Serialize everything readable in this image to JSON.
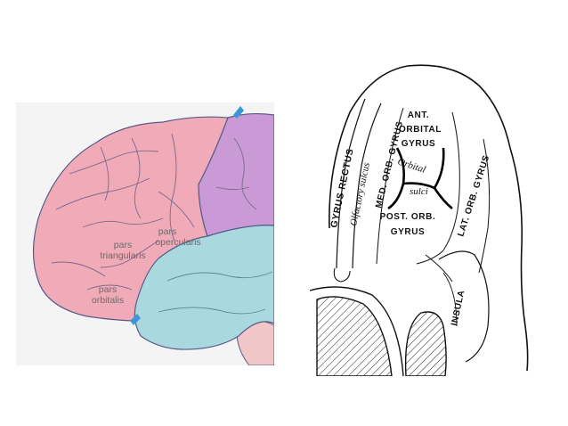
{
  "left_figure": {
    "labels": {
      "pars_opercularis": [
        "pars",
        "opercularis"
      ],
      "pars_triangularis": [
        "pars",
        "triangularis"
      ],
      "pars_orbitalis": [
        "pars",
        "orbitalis"
      ]
    },
    "colors": {
      "frontal": "#f0aab8",
      "parietal": "#c99ad6",
      "temporal": "#a9d8de",
      "cerebellum": "#f1c6c6",
      "outline": "#5a5a8a",
      "arrow": "#3a98d6"
    }
  },
  "right_figure": {
    "labels": {
      "gyrus_rectus": "GYRUS RECTUS",
      "olfactory_sulcus": "Olfactory sulcus",
      "med_orb_gyrus": "MED. ORB. GYRUS",
      "ant_orbital_gyrus": [
        "ANT.",
        "ORBITAL",
        "GYRUS"
      ],
      "orbital_sulci": [
        "Orbital",
        "sulci"
      ],
      "lat_orb_gyrus": "LAT. ORB. GYRUS",
      "post_orb_gyrus": [
        "POST. ORB.",
        "GYRUS"
      ],
      "insula": "INSULA"
    }
  }
}
